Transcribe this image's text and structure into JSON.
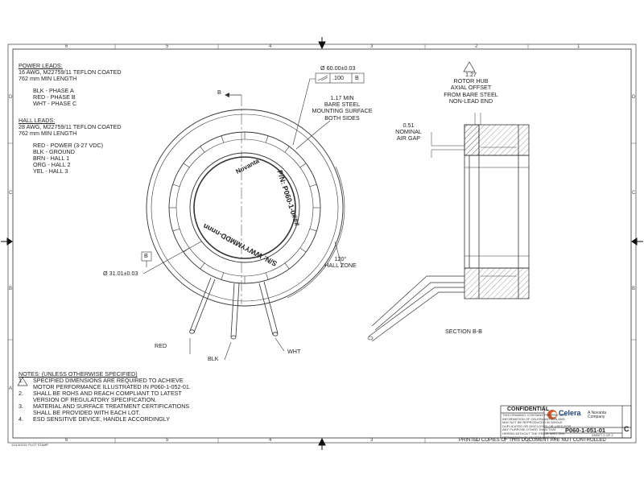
{
  "power_leads": {
    "title": "POWER LEADS:",
    "spec1": "16 AWG, M22759/11 TEFLON COATED",
    "spec2": "762 mm MIN LENGTH",
    "wires": [
      "BLK - PHASE A",
      "RED - PHASE B",
      "WHT - PHASE C"
    ]
  },
  "hall_leads": {
    "title": "HALL LEADS:",
    "spec1": "28 AWG, M22759/11 TEFLON COATED",
    "spec2": "762 mm MIN LENGTH",
    "wires": [
      "RED - POWER (3-27 VDC)",
      "BLK - GROUND",
      "BRN - HALL 1",
      "ORG - HALL 2",
      "YEL - HALL 3"
    ]
  },
  "dimensions": {
    "outer_dia": "Ø 60.00±0.03",
    "flatness_tol": ".100",
    "flatness_datum": "B",
    "inner_dia": "Ø 31.01±0.03",
    "datum_b": "B",
    "mounting": [
      "1.17 MIN",
      "BARE STEEL",
      "MOUNTING SURFACE",
      "BOTH SIDES"
    ],
    "hall_zone": [
      "120°",
      "HALL ZONE"
    ],
    "rotor_offset": [
      "1.27",
      "ROTOR HUB",
      "AXIAL OFFSET",
      "FROM BARE STEEL",
      "NON-LEAD END"
    ],
    "air_gap": [
      "0.51",
      "NOMINAL",
      "AIR GAP"
    ]
  },
  "part_markings": {
    "brand": "Novanta",
    "pn": "P/N: P060-1-0###",
    "sn": "S/N: WWYYMMDD-nnnn"
  },
  "section_labels": {
    "cut_b": "B",
    "section": "SECTION B-B"
  },
  "lead_labels": {
    "red": "RED",
    "blk": "BLK",
    "wht": "WHT"
  },
  "notes": {
    "title": "NOTES: (UNLESS OTHERWISE SPECIFIED)",
    "items": [
      {
        "num": "1.",
        "lines": [
          "SPECIFIED DIMENSIONS ARE REQUIRED TO ACHIEVE",
          "MOTOR PERFORMANCE ILLUSTRATED IN P060-1-052-01."
        ]
      },
      {
        "num": "2.",
        "lines": [
          "SHALL BE ROHS AND REACH COMPLIANT TO LATEST",
          "VERSION OF REGULATORY SPECIFICATION."
        ]
      },
      {
        "num": "3.",
        "lines": [
          "MATERIAL AND SURFACE TREATMENT CERTIFICATIONS",
          "SHALL BE PROVIDED WITH EACH LOT."
        ]
      },
      {
        "num": "4.",
        "lines": [
          "ESD SENSITIVE DEVICE, HANDLE ACCORDINGLY"
        ]
      }
    ]
  },
  "title_block": {
    "confidential": "CONFIDENTIAL",
    "company": "Celera",
    "tagline": "A Novanta Company",
    "drawing_no": "P060-1-051-01",
    "rev": "C",
    "sheet": "SHEET 2 OF 2",
    "printed": "PRINTED COPIES OF THIS DOCUMENT ARE NOT CONTROLLED",
    "plot_stamp": "12/13/2021 PLOT STAMP",
    "fine_print": [
      "THIS DRAWING CONTAINS PROPRIETARY",
      "INFORMATION OF CELERA MOTION AND",
      "MAY NOT BE REPRODUCED IN WHOLE",
      "DUPLICATED OR DISCLOSED OR USED FOR",
      "ANY PURPOSE OTHER THAN THAT",
      "HEREIN WITHOUT THE PRIOR WRITTEN",
      "PERMISSION OF CELERA MOTION"
    ]
  },
  "zones": {
    "columns": [
      "6",
      "5",
      "4",
      "3",
      "2",
      "1"
    ],
    "rows": [
      "D",
      "C",
      "B",
      "A"
    ]
  },
  "colors": {
    "line": "#333333",
    "hatch": "#555555",
    "brand": "#2a5aa0"
  }
}
